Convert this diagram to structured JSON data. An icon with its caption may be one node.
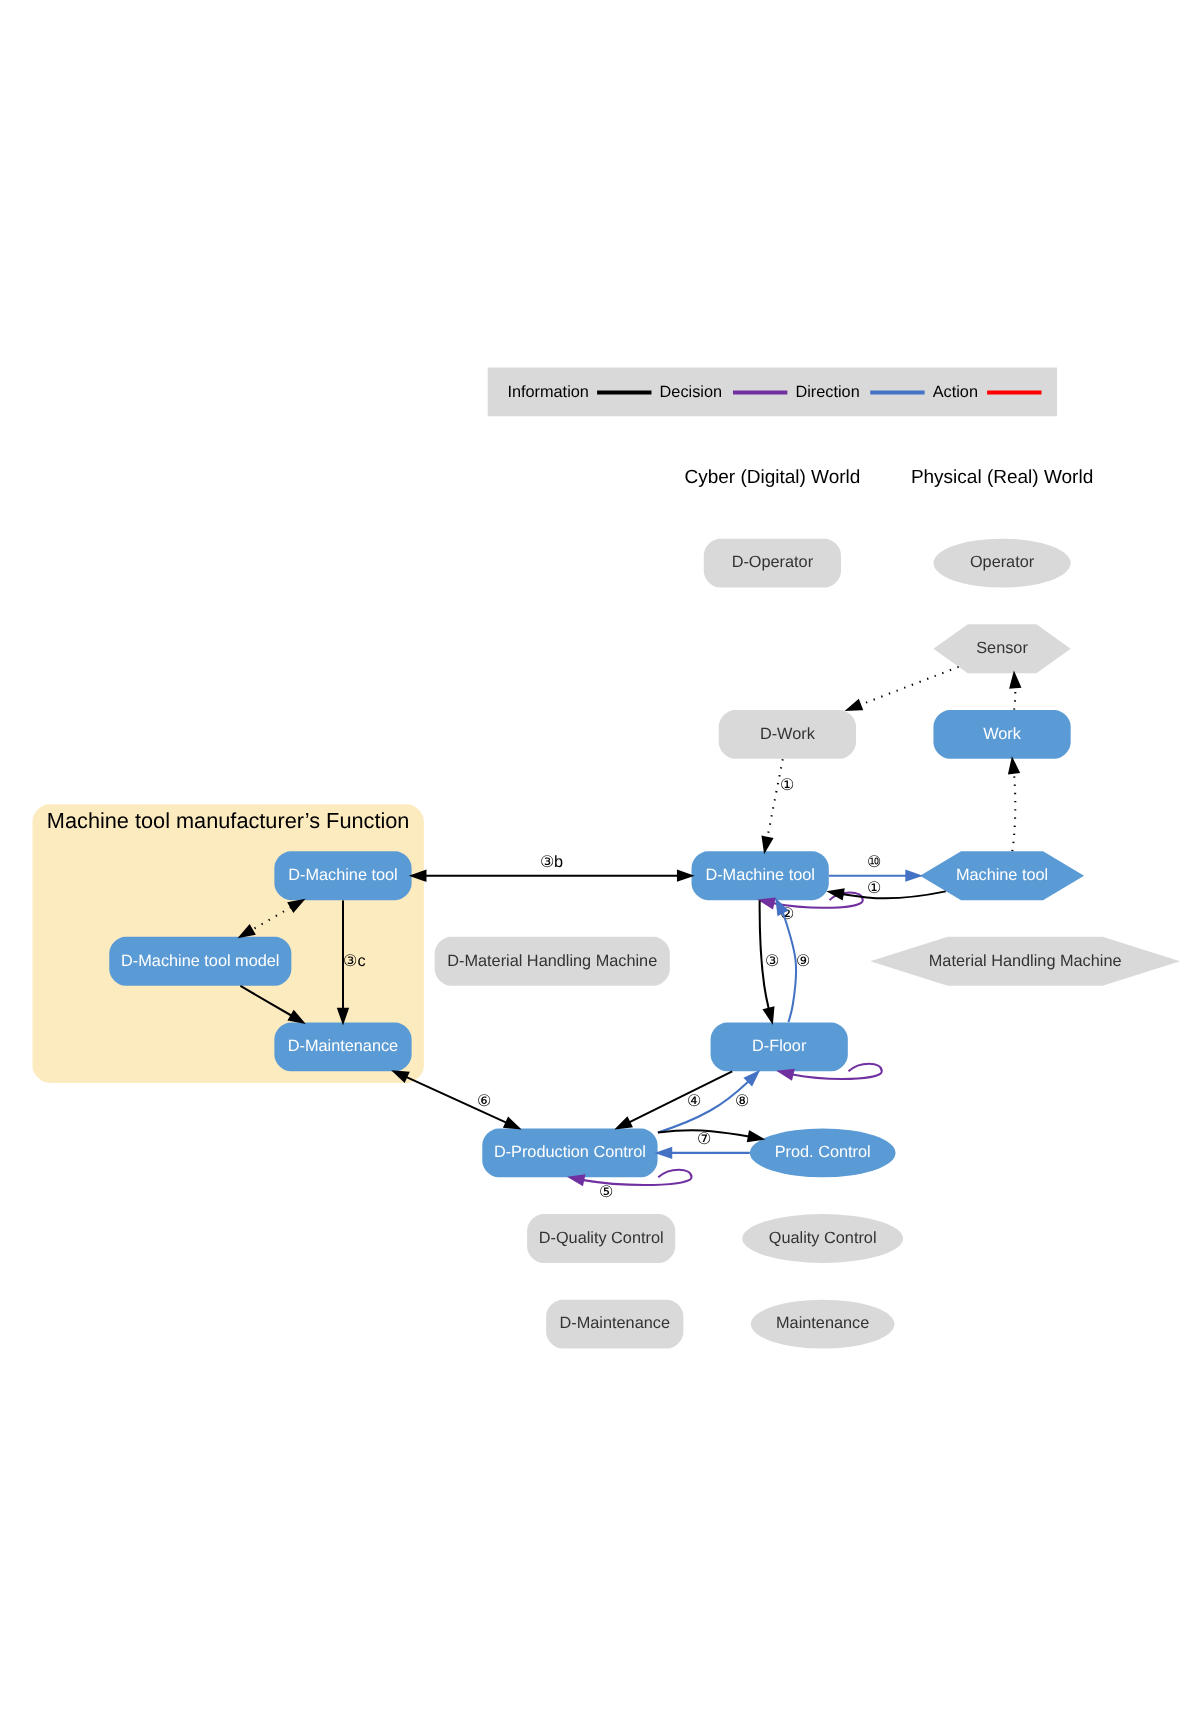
{
  "diagram": {
    "nodes": [
      {
        "text": [
          "D-Operator"
        ]
      },
      {
        "text": [
          "Operator"
        ]
      },
      {
        "text": [
          "Sensor"
        ]
      },
      {
        "text": [
          "Machine tool manufacturer’s Function"
        ]
      },
      {
        "text": [
          "D-Work"
        ]
      },
      {
        "text": [
          "Work"
        ]
      },
      {
        "text": [
          "D-Machine tool"
        ],
        "in": 3
      },
      {
        "text": [
          "D-Machine tool"
        ]
      },
      {
        "text": [
          "Machine tool"
        ]
      },
      {
        "text": [
          "D-Machine tool model"
        ],
        "in": 3
      },
      {
        "text": [
          "D-Material Handling Machine"
        ]
      },
      {
        "text": [
          "Material Handling Machine"
        ]
      },
      {
        "text": [
          "D-Maintenance"
        ],
        "in": 3
      },
      {
        "text": [
          "D-Floor"
        ]
      },
      {
        "text": [
          "D-Production Control"
        ]
      },
      {
        "text": [
          "Prod. Control"
        ]
      },
      {
        "text": [
          "D-Quality Control"
        ]
      },
      {
        "text": [
          "Quality Control"
        ]
      },
      {
        "text": [
          "D-Maintenance"
        ]
      },
      {
        "text": [
          "Maintenance"
        ]
      }
    ],
    "edges": [
      {
        "from": 2,
        "to": 4,
        "arrow": "to",
        "style": "dashed"
      },
      {
        "from": 4,
        "to": 7,
        "arrow": "to",
        "style": "dashed",
        "label": "①"
      },
      {
        "from": 8,
        "to": 5,
        "arrow": "to",
        "style": "dashed"
      },
      {
        "from": 5,
        "to": 2,
        "arrow": "to",
        "style": "dashed"
      },
      {
        "from": 6,
        "to": 7,
        "arrow": "both",
        "label": "③b"
      },
      {
        "from": 7,
        "to": 8,
        "arrow": "to",
        "color": "#4472c4",
        "label": "⑩"
      },
      {
        "from": 8,
        "to": 7,
        "arrow": "to",
        "label": "①"
      },
      {
        "from": 7,
        "to": 7,
        "arrow": "to",
        "color": "#7030a0",
        "label": "②"
      },
      {
        "from": 6,
        "to": 9,
        "arrow": "both",
        "style": "dashed"
      },
      {
        "from": 7,
        "to": 13,
        "arrow": "to",
        "label": "③"
      },
      {
        "from": 13,
        "to": 7,
        "arrow": "to",
        "color": "#4472c4",
        "label": "⑨"
      },
      {
        "from": 6,
        "to": 12,
        "arrow": "to",
        "label": "③c"
      },
      {
        "from": 9,
        "to": 12,
        "arrow": "to"
      },
      {
        "from": 13,
        "to": 13,
        "arrow": "to",
        "color": "#7030a0"
      },
      {
        "from": 13,
        "to": 14,
        "arrow": "to",
        "label": "④"
      },
      {
        "from": 14,
        "to": 13,
        "arrow": "to",
        "color": "#4472c4",
        "label": "⑧"
      },
      {
        "from": 12,
        "to": 14,
        "arrow": "both",
        "label": "⑥"
      },
      {
        "from": 15,
        "to": 14,
        "arrow": "to",
        "color": "#4472c4",
        "label": "⑦"
      },
      {
        "from": 14,
        "to": 15,
        "arrow": "to"
      },
      {
        "from": 14,
        "to": 14,
        "arrow": "to",
        "color": "#7030a0",
        "label": "⑤"
      }
    ],
    "labels": [
      "Cyber (Digital) World",
      "Physical (Real) World"
    ],
    "legend": [
      {
        "text": "Information"
      },
      {
        "text": "Decision"
      },
      {
        "text": "Direction"
      },
      {
        "text": "Action"
      }
    ]
  }
}
